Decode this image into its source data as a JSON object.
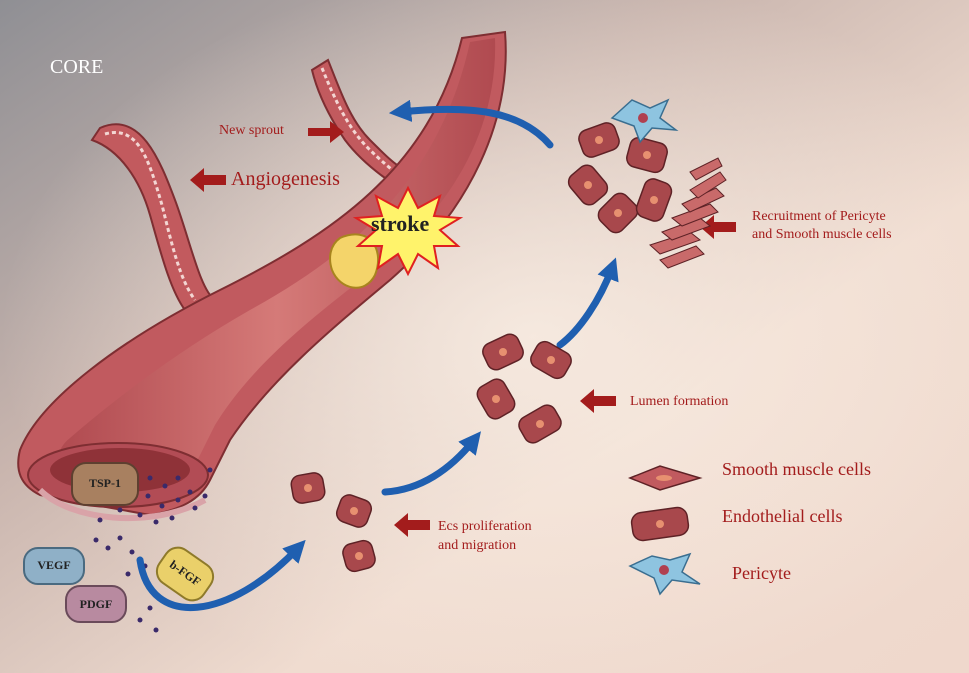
{
  "title": "CORE",
  "stroke_label": "stroke",
  "labels": {
    "new_sprout": "New sprout",
    "angiogenesis": "Angiogenesis",
    "recruitment_line1": "Recruitment of Pericyte",
    "recruitment_line2": "and Smooth muscle cells",
    "lumen_formation": "Lumen formation",
    "ecs_line1": "Ecs proliferation",
    "ecs_line2": "and migration"
  },
  "factors": {
    "tsp1": "TSP-1",
    "vegf": "VEGF",
    "bfgf": "b-FGF",
    "pdgf": "PDGF"
  },
  "legend": {
    "smooth_muscle": "Smooth muscle cells",
    "endothelial": "Endothelial cells",
    "pericyte": "Pericyte"
  },
  "colors": {
    "label_red": "#a31c1c",
    "arrow_blue": "#1f5fb0",
    "vessel": "#c25a5e",
    "cell": "#a8484c"
  }
}
